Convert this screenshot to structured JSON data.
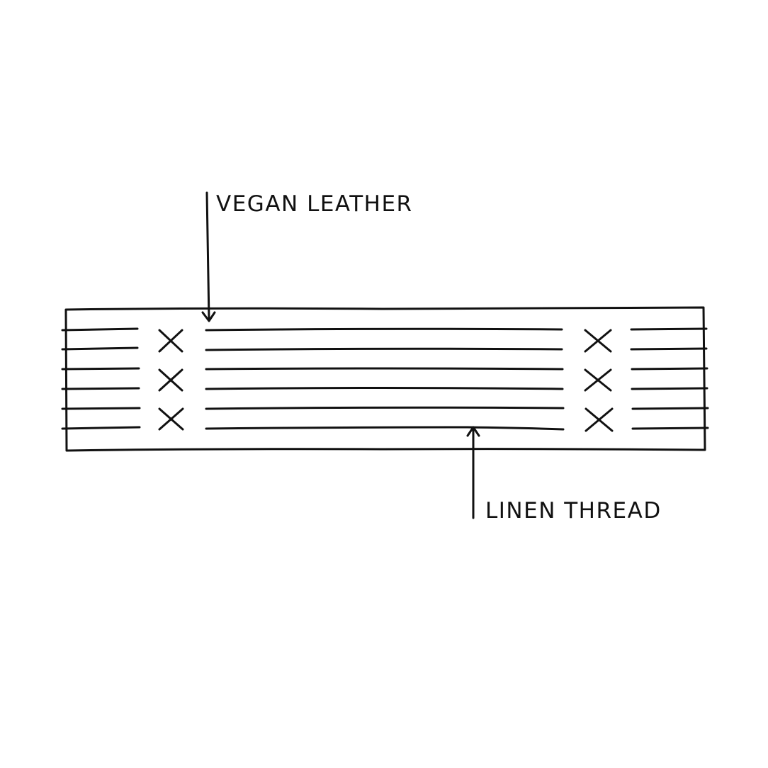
{
  "diagram": {
    "labels": {
      "top": "VEGAN LEATHER",
      "bottom": "LINEN THREAD"
    },
    "stitches": {
      "rows": 3,
      "sides": [
        "left",
        "right"
      ]
    },
    "ink_color": "#111111",
    "background_color": "#ffffff"
  }
}
